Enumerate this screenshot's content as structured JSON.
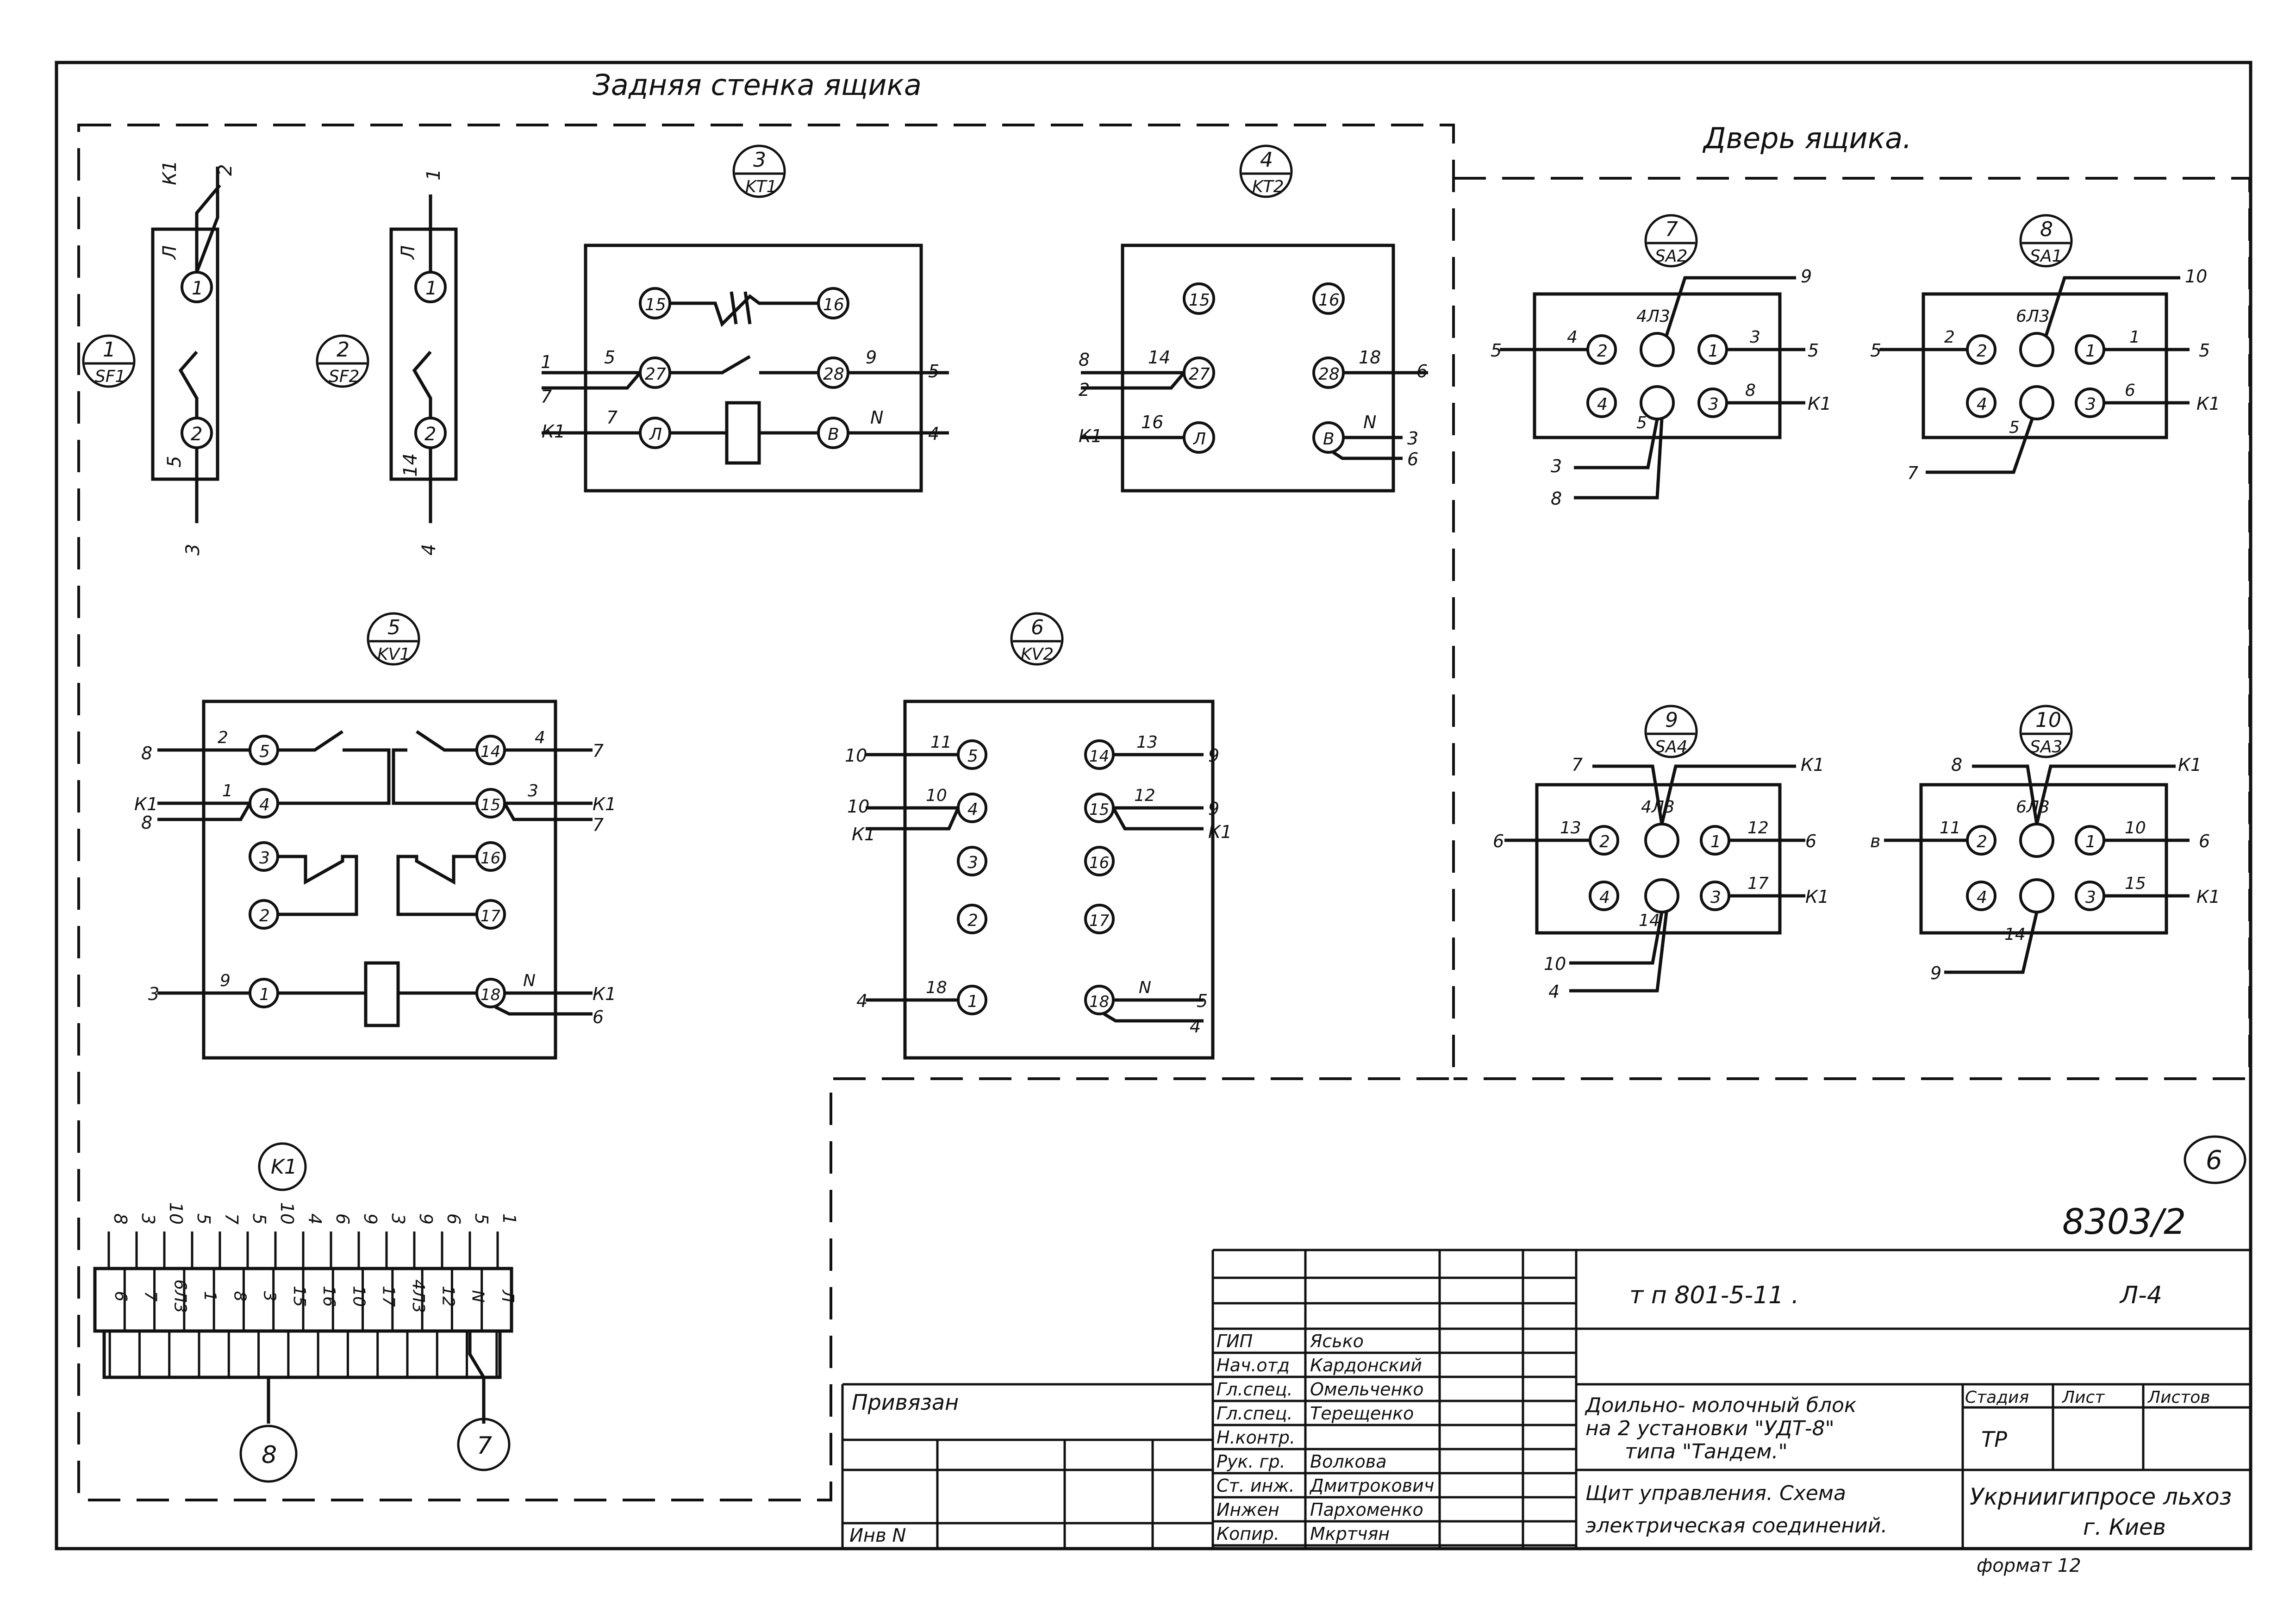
{
  "labels": {
    "back_wall": "Задняя стенка ящика",
    "door": "Дверь ящика."
  },
  "devices": {
    "sf1": {
      "num": "1",
      "name": "SF1"
    },
    "sf2": {
      "num": "2",
      "name": "SF2"
    },
    "kt1": {
      "num": "3",
      "name": "KT1"
    },
    "kt2": {
      "num": "4",
      "name": "KT2"
    },
    "kv1": {
      "num": "5",
      "name": "KV1"
    },
    "kv2": {
      "num": "6",
      "name": "KV2"
    },
    "sa2": {
      "num": "7",
      "name": "SA2"
    },
    "sa1": {
      "num": "8",
      "name": "SA1"
    },
    "sa4": {
      "num": "9",
      "name": "SA4"
    },
    "sa3": {
      "num": "10",
      "name": "SA3"
    }
  },
  "terminal_block": {
    "name": "K1",
    "top_wires": [
      "8",
      "3",
      "10",
      "5",
      "7",
      "5",
      "10",
      "4",
      "6",
      "9",
      "3",
      "9",
      "6",
      "5",
      "1"
    ],
    "cells": [
      "6",
      "7",
      "6Л3",
      "1",
      "8",
      "3",
      "15",
      "16",
      "10",
      "17",
      "4Л3",
      "12",
      "N",
      "Л"
    ],
    "bundle_8": "8",
    "bundle_7": "7"
  },
  "sheet": {
    "sheet_no": "6",
    "drawing_no": "8303/2",
    "project": "т п 801-5-11 .",
    "sheet_code": "Л-4",
    "title_1": "Доильно- молочный блок",
    "title_2": "на 2 установки \"УДТ-8\"",
    "title_3": "типа \"Тандем.\"",
    "title_4": "Щит управления. Схема",
    "title_5": "электрическая соединений.",
    "stage_h": "Стадия",
    "sheet_h": "Лист",
    "sheets_h": "Листов",
    "stage": "ТР",
    "org_1": "Укрниигипросе льхоз",
    "org_2": "г. Киев",
    "format": "формат 12",
    "privyazan": "Привязан",
    "inv": "Инв N",
    "roles": [
      "ГИП",
      "Нач.отд",
      "Гл.спец.",
      "Гл.спец.",
      "Н.контр.",
      "Рук. гр.",
      "Ст. инж.",
      "Инжен",
      "Копир."
    ],
    "names": [
      "Яськo",
      "Кардонский",
      "Омельченко",
      "Терещенко",
      "",
      "Волкова",
      "Дмитрокович",
      "Пархоменко",
      "Мкртчян"
    ]
  }
}
